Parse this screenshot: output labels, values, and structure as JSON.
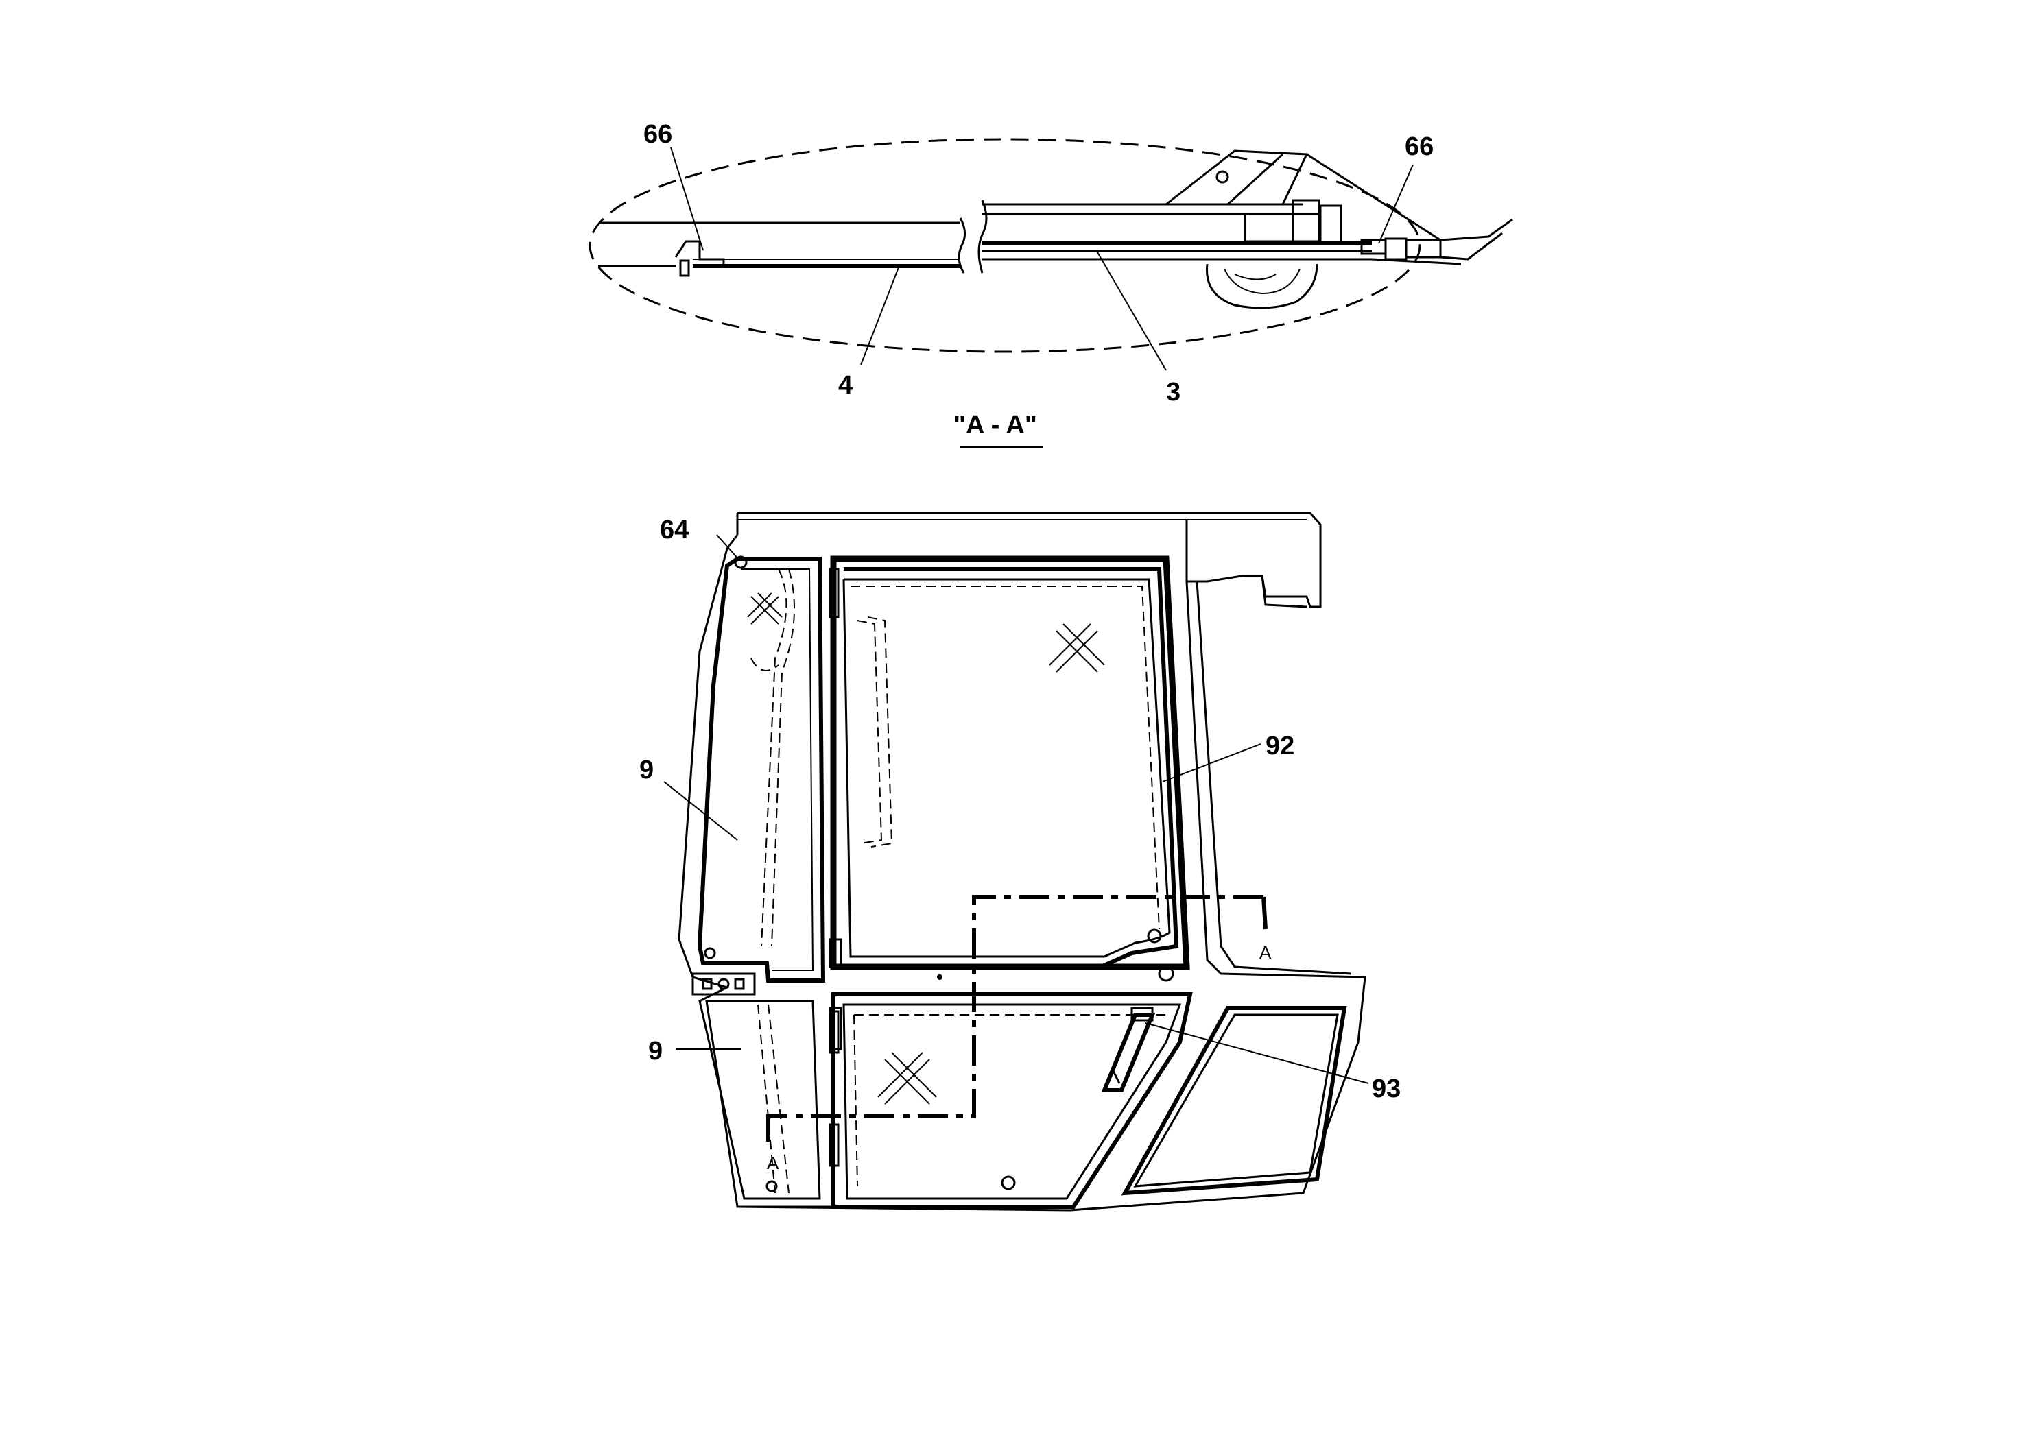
{
  "section_view": {
    "title": "\"A - A\"",
    "callouts": [
      "66",
      "66",
      "4",
      "3"
    ]
  },
  "cab_view": {
    "callouts": [
      "64",
      "9",
      "92",
      "9",
      "93"
    ],
    "section_marks": [
      "A",
      "A"
    ]
  }
}
